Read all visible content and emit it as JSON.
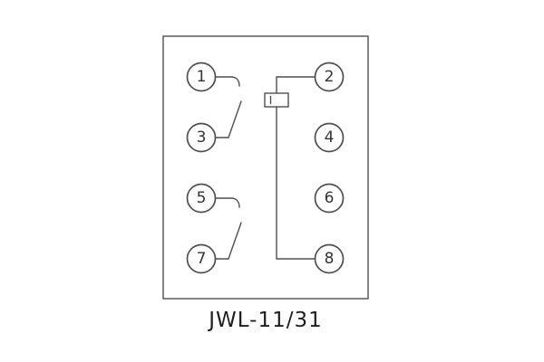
{
  "caption": "JWL-11/31",
  "diagram": {
    "terminals": {
      "left": [
        "1",
        "3",
        "5",
        "7"
      ],
      "right": [
        "2",
        "4",
        "6",
        "8"
      ]
    },
    "colors": {
      "line": "#4f4f4f",
      "text": "#333333",
      "background": "#ffffff"
    }
  }
}
